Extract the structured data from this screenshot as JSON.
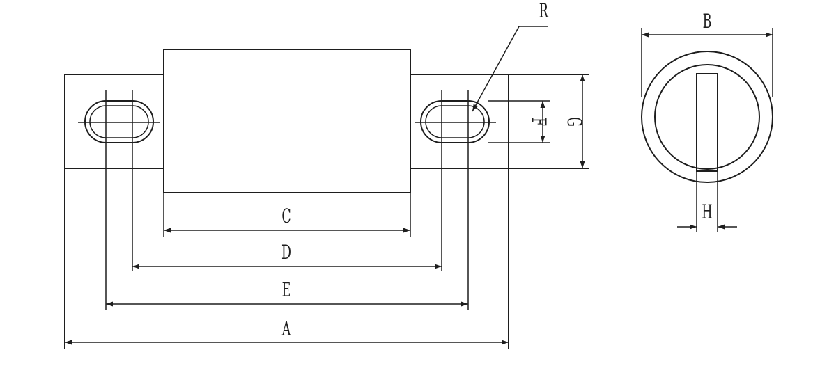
{
  "labels": {
    "A": "A",
    "B": "B",
    "C": "C",
    "D": "D",
    "E": "E",
    "F": "F",
    "G": "G",
    "H": "H",
    "R": "R"
  },
  "colors": {
    "line": "#1e1e1e",
    "background": "#ffffff"
  }
}
